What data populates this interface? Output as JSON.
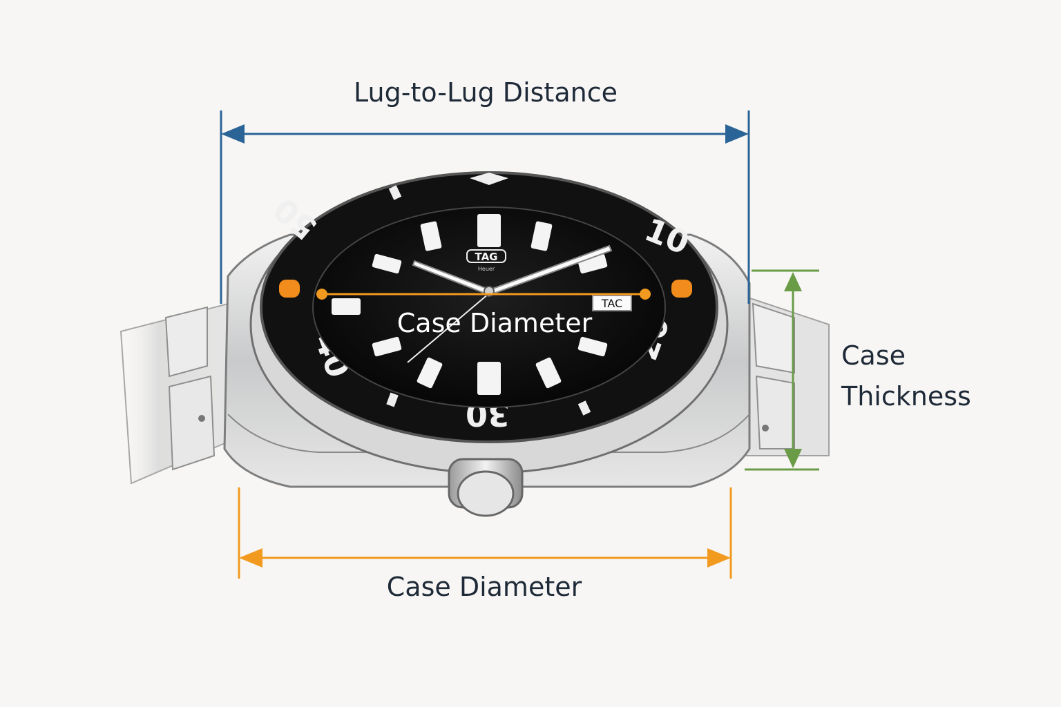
{
  "labels": {
    "lug_to_lug": "Lug-to-Lug Distance",
    "case_diameter_dial": "Case Diameter",
    "case_diameter_bottom": "Case Diameter",
    "case_thickness_line1": "Case",
    "case_thickness_line2": "Thickness"
  },
  "watch": {
    "logo": "TAG",
    "logo_subtext": "Heuer",
    "date_window": "TAC",
    "bezel_numerals": [
      "10",
      "20",
      "30",
      "40",
      "50"
    ]
  },
  "colors": {
    "background": "#f7f6f4",
    "lug_to_lug": "#2a6496",
    "case_diameter": "#f29a1f",
    "case_thickness": "#6a9c48",
    "text": "#1f2a38"
  }
}
